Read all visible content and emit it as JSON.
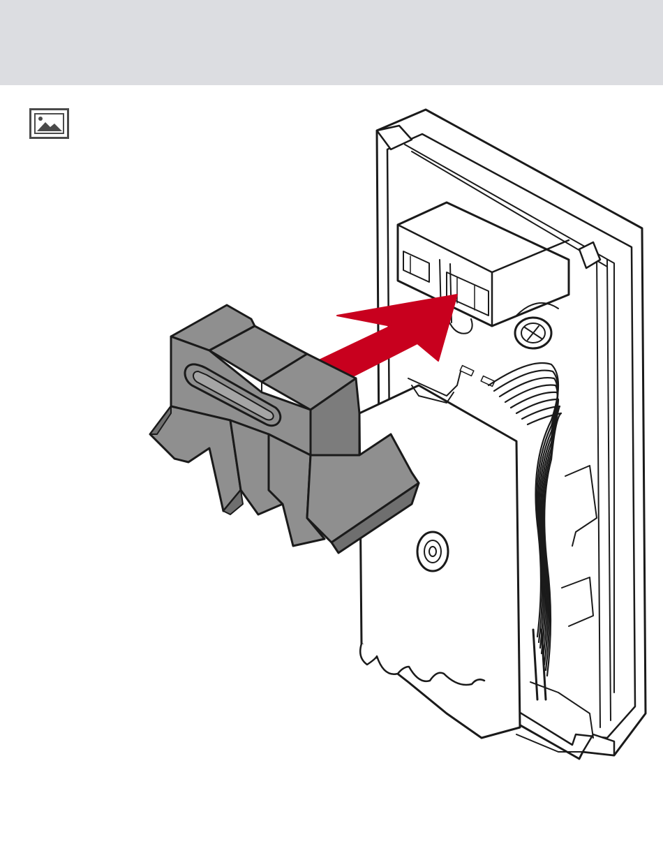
{
  "colors": {
    "header_band": "#dcdde1",
    "arrow": "#c8001e",
    "clip_body": "#8f8f8f",
    "clip_shadow": "#6f6f6f",
    "outline": "#1a1a1a",
    "device_face": "#ffffff",
    "icon_stroke": "#4a4a4a"
  },
  "icons": {
    "image_badge": "image-icon"
  },
  "illustration": {
    "parts": [
      "mounting-clip",
      "insertion-arrow",
      "device-housing",
      "ribbon-cable",
      "mounting-screw"
    ]
  }
}
